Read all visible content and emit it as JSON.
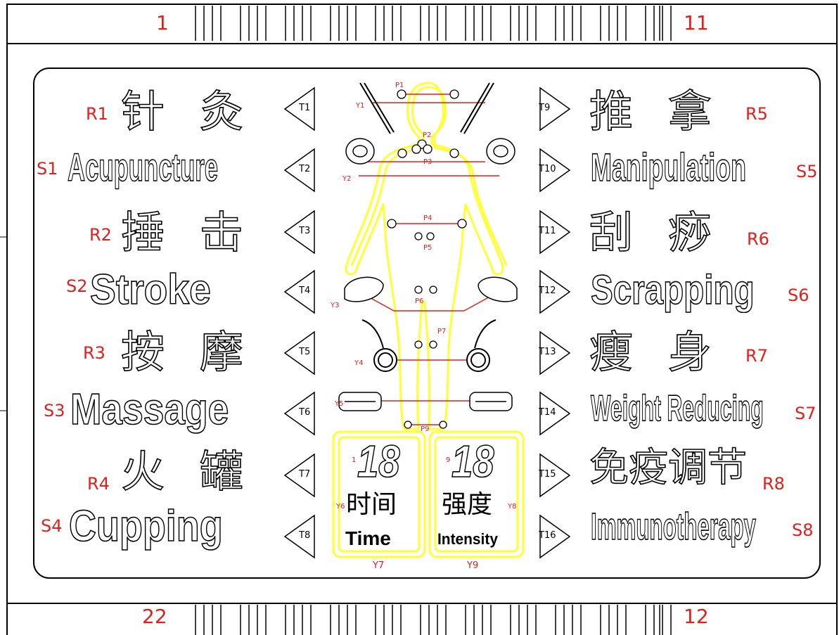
{
  "pins": {
    "top_left": "1",
    "top_right": "11",
    "bottom_left": "22",
    "bottom_right": "12"
  },
  "left_groups": [
    {
      "r": "R1",
      "cn": "针 灸",
      "s": "S1",
      "en": "Acupuncture",
      "t_up": "T1",
      "t_down": "T2"
    },
    {
      "r": "R2",
      "cn": "捶 击",
      "s": "S2",
      "en": "Stroke",
      "t_up": "T3",
      "t_down": "T4"
    },
    {
      "r": "R3",
      "cn": "按 摩",
      "s": "S3",
      "en": "Massage",
      "t_up": "T5",
      "t_down": "T6"
    },
    {
      "r": "R4",
      "cn": "火 罐",
      "s": "S4",
      "en": "Cupping",
      "t_up": "T7",
      "t_down": "T8"
    }
  ],
  "right_groups": [
    {
      "r": "R5",
      "cn": "推 拿",
      "s": "S5",
      "en": "Manipulation",
      "t_up": "T9",
      "t_down": "T10"
    },
    {
      "r": "R6",
      "cn": "刮 痧",
      "s": "S6",
      "en": "Scrapping",
      "t_up": "T11",
      "t_down": "T12"
    },
    {
      "r": "R7",
      "cn": "瘦 身",
      "s": "S7",
      "en": "Weight Reducing",
      "t_up": "T13",
      "t_down": "T14"
    },
    {
      "r": "R8",
      "cn": "免疫调节",
      "s": "S8",
      "en": "Immunotherapy",
      "t_up": "T15",
      "t_down": "T16"
    }
  ],
  "body_labels": {
    "P1": "P1",
    "P2": "P2",
    "P3": "P3",
    "P4": "P4",
    "P5": "P5",
    "P6": "P6",
    "P7": "P7",
    "P9": "P9",
    "Y1": "Y1",
    "Y2": "Y2",
    "Y3": "Y3",
    "Y4": "Y4",
    "Y5": "Y5"
  },
  "time_box": {
    "digits": "18",
    "cn": "时间",
    "en": "Time",
    "seg_label": "1",
    "y_left": "Y6",
    "y_bottom": "Y7"
  },
  "intensity_box": {
    "digits": "18",
    "cn": "强度",
    "en": "Intensity",
    "seg_label": "9",
    "y_right": "Y8",
    "y_bottom": "Y9"
  },
  "colors": {
    "ref": "#e0201c",
    "outline": "#000000",
    "body": "#ffff33"
  }
}
